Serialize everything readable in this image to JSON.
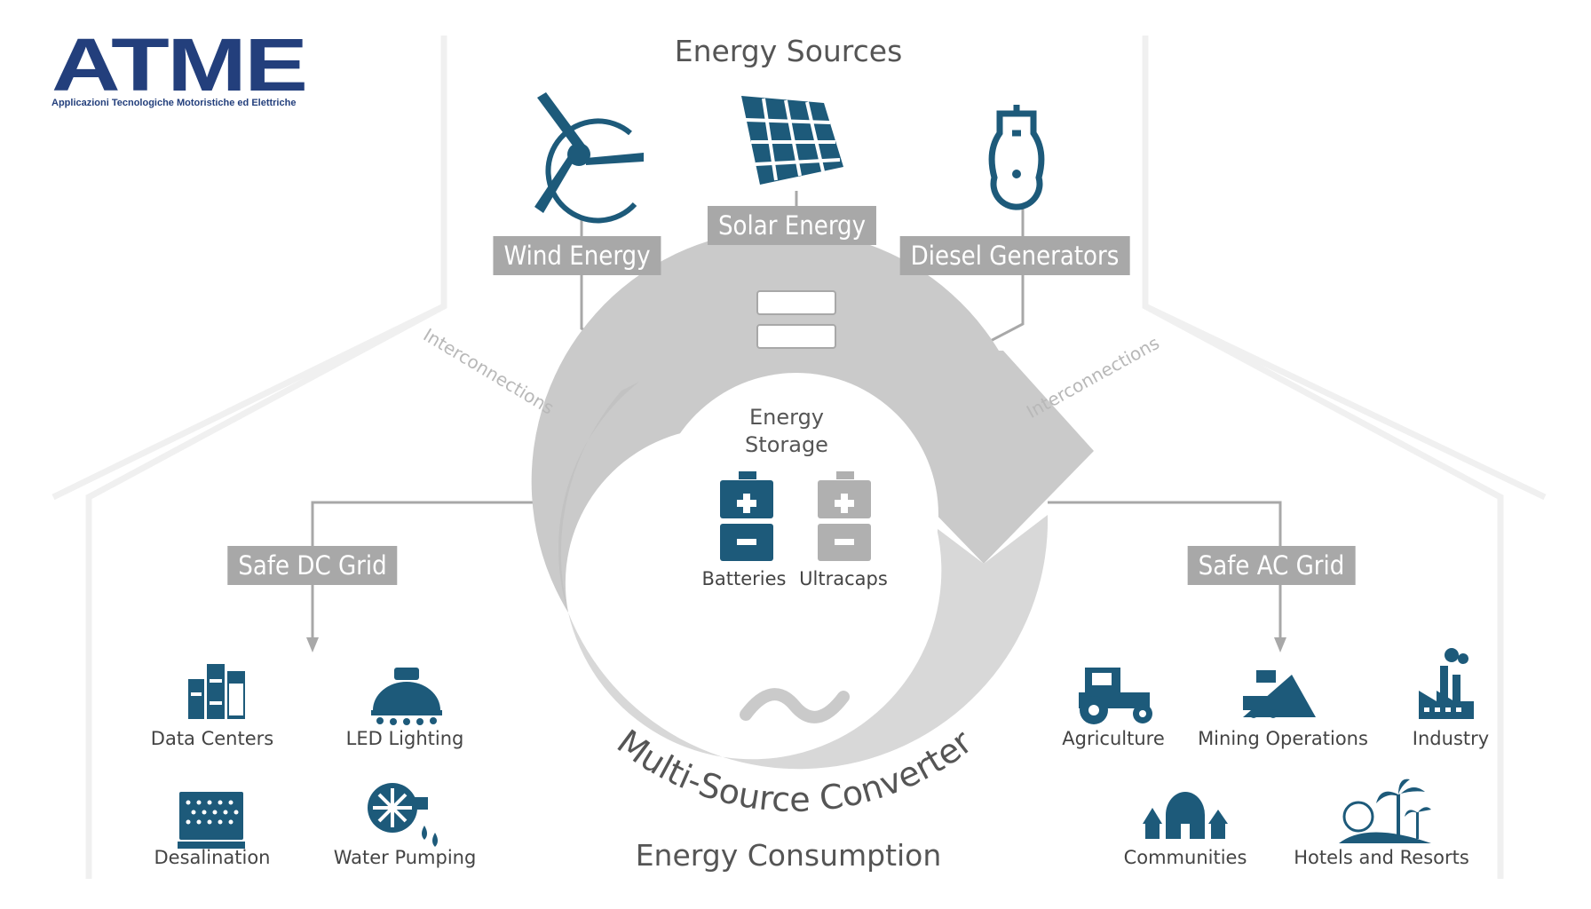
{
  "logo": {
    "name": "ATME",
    "tagline": "Applicazioni Tecnologiche Motoristiche ed Elettriche"
  },
  "titles": {
    "sources": "Energy Sources",
    "consumption": "Energy Consumption",
    "storage_line1": "Energy",
    "storage_line2": "Storage",
    "converter": "Multi-Source Converter"
  },
  "sources": [
    {
      "label": "Wind Energy",
      "icon": "wind-turbine-icon"
    },
    {
      "label": "Solar Energy",
      "icon": "solar-panel-icon"
    },
    {
      "label": "Diesel Generators",
      "icon": "diesel-generator-icon"
    }
  ],
  "storage": [
    {
      "label": "Batteries",
      "icon": "battery-icon"
    },
    {
      "label": "Ultracaps",
      "icon": "ultracap-icon"
    }
  ],
  "grids": {
    "dc": "Safe DC Grid",
    "ac": "Safe AC Grid"
  },
  "interconnections": "Interconnections",
  "dc_loads": [
    "Data Centers",
    "LED Lighting",
    "Desalination",
    "Water Pumping"
  ],
  "ac_loads": [
    "Agriculture",
    "Mining Operations",
    "Industry",
    "Communities",
    "Hotels and Resorts"
  ],
  "colors": {
    "brand": "#233f7c",
    "icon": "#1d5a7a",
    "tag": "#a8a8a8",
    "cycle": "#c9c9c9"
  }
}
